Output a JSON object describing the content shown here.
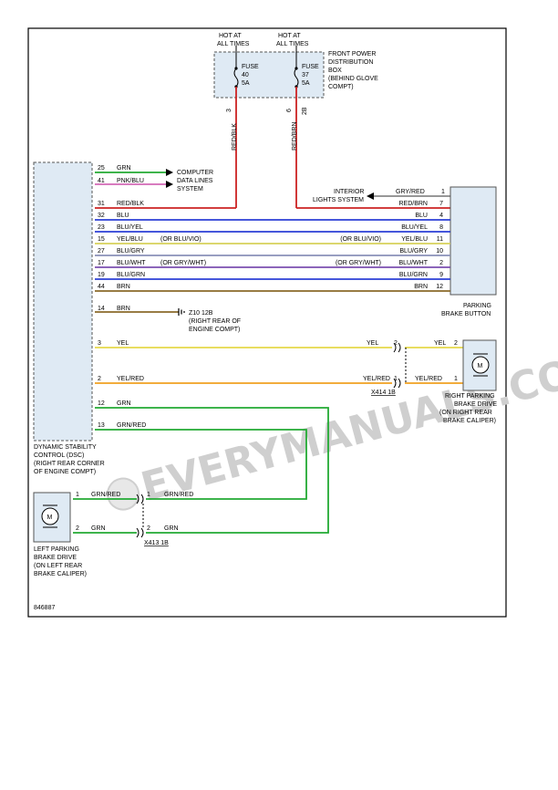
{
  "fuses": {
    "f40": {
      "hot": [
        "HOT AT",
        "ALL TIMES"
      ],
      "label": [
        "FUSE",
        "40",
        "5A"
      ],
      "pin": "3",
      "wire": "RED/BLK"
    },
    "f37": {
      "hot": [
        "HOT AT",
        "ALL TIMES"
      ],
      "label": [
        "FUSE",
        "37",
        "5A"
      ],
      "pin": "6",
      "wire": "RED/BRN",
      "conn": "2B"
    },
    "box": [
      "FRONT POWER",
      "DISTRIBUTION",
      "BOX",
      "(BEHIND GLOVE",
      "COMPT)"
    ]
  },
  "dsc": {
    "label": [
      "DYNAMIC STABILITY",
      "CONTROL (DSC)",
      "(RIGHT REAR CORNER",
      "OF ENGINE COMPT)"
    ]
  },
  "computer": {
    "label": [
      "COMPUTER",
      "DATA LINES",
      "SYSTEM"
    ],
    "pins": [
      "25",
      "41"
    ],
    "colors": [
      "GRN",
      "PNK/BLU"
    ]
  },
  "interior": {
    "label": [
      "INTERIOR",
      "LIGHTS SYSTEM"
    ]
  },
  "button": {
    "label": [
      "PARKING",
      "BRAKE BUTTON"
    ]
  },
  "bus_wires": [
    {
      "left_pin": "31",
      "left_color": "RED/BLK",
      "right_color": "RED/BRN",
      "right_pin": "7",
      "stroke": "#cc2222"
    },
    {
      "left_pin": "32",
      "left_color": "BLU",
      "right_color": "BLU",
      "right_pin": "4",
      "stroke": "#2b3fd6"
    },
    {
      "left_pin": "23",
      "left_color": "BLU/YEL",
      "right_color": "BLU/YEL",
      "right_pin": "8",
      "stroke": "#2b3fd6"
    },
    {
      "left_pin": "15",
      "left_color": "YEL/BLU",
      "mid_left": "(OR BLU/VIO)",
      "mid_right": "(OR BLU/VIO)",
      "right_color": "YEL/BLU",
      "right_pin": "11",
      "stroke": "#d6d05a"
    },
    {
      "left_pin": "27",
      "left_color": "BLU/GRY",
      "right_color": "BLU/GRY",
      "right_pin": "10",
      "stroke": "#8a91b8"
    },
    {
      "left_pin": "17",
      "left_color": "BLU/WHT",
      "mid_left": "(OR GRY/WHT)",
      "mid_right": "(OR GRY/WHT)",
      "right_color": "BLU/WHT",
      "right_pin": "2",
      "stroke": "#7b4fb0"
    },
    {
      "left_pin": "19",
      "left_color": "BLU/GRN",
      "right_color": "BLU/GRN",
      "right_pin": "9",
      "stroke": "#2b3fd6"
    },
    {
      "left_pin": "44",
      "left_color": "BRN",
      "right_color": "BRN",
      "right_pin": "12",
      "stroke": "#8a6a2a"
    }
  ],
  "interior_wire": {
    "color": "GRY/RED",
    "pin": "1"
  },
  "ground": {
    "pin": "14",
    "color": "BRN",
    "label": [
      "Z10 12B",
      "(RIGHT REAR OF",
      "ENGINE COMPT)"
    ]
  },
  "yel_wire": {
    "pin": "3",
    "color": "YEL",
    "conn_pin": "2",
    "drive_color": "YEL",
    "drive_pin": "2"
  },
  "yelred_wire": {
    "pin": "2",
    "color": "YEL/RED",
    "conn_pin": "1",
    "drive_color": "YEL/RED",
    "drive_pin": "1",
    "connector": "X414 1B"
  },
  "right_drive": {
    "label": [
      "RIGHT PARKING",
      "BRAKE DRIVE",
      "(ON RIGHT REAR",
      "BRAKE CALIPER)"
    ],
    "motor": "M"
  },
  "grn_wires": {
    "grn": {
      "pin": "12",
      "color": "GRN"
    },
    "grnred": {
      "pin": "13",
      "color": "GRN/RED"
    }
  },
  "left_drive": {
    "label": [
      "LEFT PARKING",
      "BRAKE DRIVE",
      "(ON LEFT REAR",
      "BRAKE CALIPER)"
    ],
    "motor": "M",
    "w1": {
      "pin": "1",
      "color": "GRN/RED",
      "conn_pin": "1",
      "far_color": "GRN/RED"
    },
    "w2": {
      "pin": "2",
      "color": "GRN",
      "conn_pin": "2",
      "far_color": "GRN"
    },
    "connector": "X413 1B"
  },
  "figure_id": "846887",
  "watermark": "EVERYMANUALS.COM"
}
